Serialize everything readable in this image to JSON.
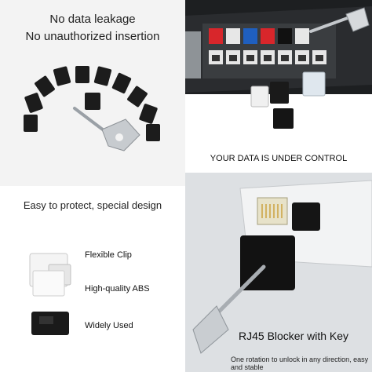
{
  "top_left": {
    "line1": "No data leakage",
    "line2": "No unauthorized insertion"
  },
  "top_right": {
    "caption": "YOUR DATA IS UNDER CONTROL"
  },
  "bottom_left": {
    "headline": "Easy to protect, special design",
    "features": [
      {
        "label": "Flexible Clip"
      },
      {
        "label": "High-quality ABS"
      },
      {
        "label": "Widely Used"
      }
    ]
  },
  "bottom_right": {
    "title": "RJ45 Blocker with Key",
    "subtitle": "One rotation to unlock in any direction, easy and stable"
  },
  "colors": {
    "accent_red": "#d8262b",
    "accent_blue": "#1f5fbf",
    "blocker_black": "#1a1a1a"
  }
}
